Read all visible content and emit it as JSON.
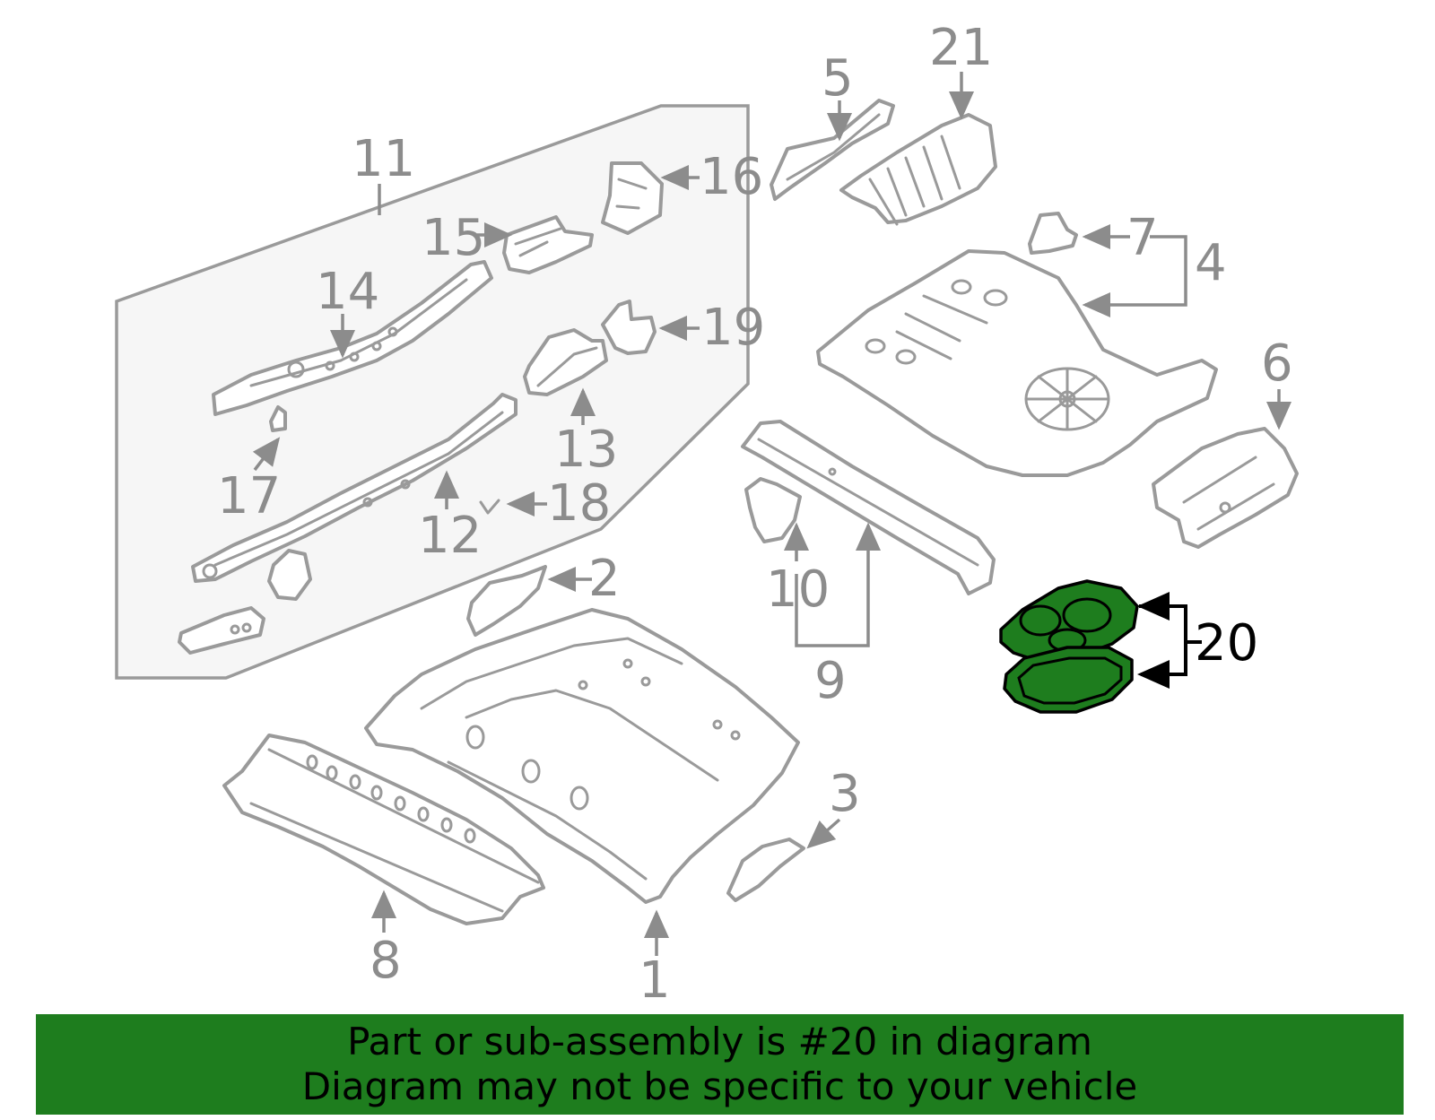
{
  "banner": {
    "line1": "Part or sub-assembly is #20 in diagram",
    "line2": "Diagram may not be specific to your vehicle",
    "color": "#1e7d1e"
  },
  "highlight": {
    "part": "20",
    "fill": "#1e7d1e"
  },
  "callouts": {
    "c1": "1",
    "c2": "2",
    "c3": "3",
    "c4": "4",
    "c5": "5",
    "c6": "6",
    "c7": "7",
    "c8": "8",
    "c9": "9",
    "c10": "10",
    "c11": "11",
    "c12": "12",
    "c13": "13",
    "c14": "14",
    "c15": "15",
    "c16": "16",
    "c17": "17",
    "c18": "18",
    "c19": "19",
    "c20": "20",
    "c21": "21"
  }
}
